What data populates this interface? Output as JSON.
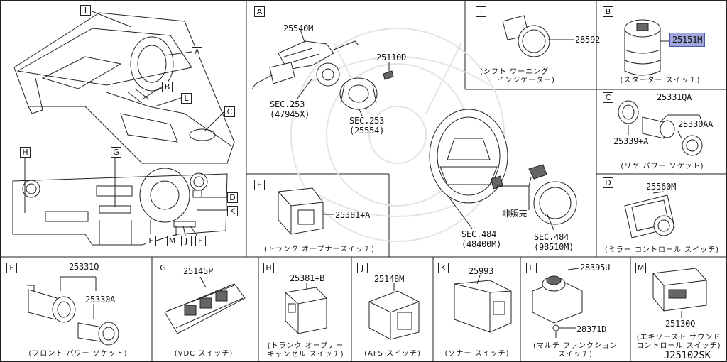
{
  "tags": {
    "I": "I",
    "A": "A",
    "B": "B",
    "L": "L",
    "C": "C",
    "H": "H",
    "G": "G",
    "D": "D",
    "K": "K",
    "F": "F",
    "M": "M",
    "J": "J",
    "E": "E"
  },
  "panels": {
    "A": {
      "tag": "A",
      "parts": {
        "p1": "25540M",
        "p2": "25110D",
        "p3": "SEC.253",
        "p4": "(47945X)",
        "p5": "SEC.253",
        "p6": "(25554)",
        "p7": "非販売",
        "p8": "SEC.484",
        "p9": "(48400M)",
        "p10": "SEC.484",
        "p11": "(98510M)"
      }
    },
    "I": {
      "tag": "I",
      "part": "28592",
      "caption1": "(シフト ワーニング",
      "caption2": "インジケーター)"
    },
    "B": {
      "tag": "B",
      "part": "25151M",
      "caption": "(スターター スイッチ)"
    },
    "C": {
      "tag": "C",
      "p1": "25331QA",
      "p2": "25339+A",
      "p3": "25330AA",
      "caption": "(リヤ パワー ソケット)"
    },
    "D": {
      "tag": "D",
      "part": "25560M",
      "caption": "(ミラー コントロール スイッチ)"
    },
    "E": {
      "tag": "E",
      "part": "25381+A",
      "caption": "(トランク オープナースイッチ)"
    },
    "F": {
      "tag": "F",
      "p1": "25331Q",
      "p2": "25330A",
      "caption": "(フロント パワー ソケット)"
    },
    "G": {
      "tag": "G",
      "part": "25145P",
      "caption": "(VDC スイッチ)"
    },
    "H": {
      "tag": "H",
      "part": "25381+B",
      "caption1": "(トランク オープナー",
      "caption2": "キャンセル スイッチ)"
    },
    "J": {
      "tag": "J",
      "part": "25148M",
      "caption": "(AFS スイッチ)"
    },
    "K": {
      "tag": "K",
      "part": "25993",
      "caption": "(ソナー スイッチ)"
    },
    "L": {
      "tag": "L",
      "p1": "28395U",
      "p2": "28371D",
      "caption1": "(マルチ ファンクション",
      "caption2": "スイッチ)"
    },
    "M": {
      "tag": "M",
      "part": "25130Q",
      "caption1": "(エキゾースト サウンド",
      "caption2": "コントロール スイッチ)"
    }
  },
  "drawing_code": "J25102SK",
  "colors": {
    "line": "#222222",
    "highlight": "#9ea6dc"
  }
}
